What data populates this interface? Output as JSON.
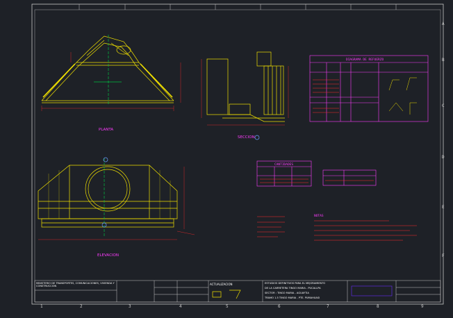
{
  "drawing": {
    "colors": {
      "background": "#1e2127",
      "border": "#c8c8c8",
      "geometry": "#f0e000",
      "dimension": "#ff2a2a",
      "text_magenta": "#ff3cff",
      "centerline": "#00c040",
      "marker": "#6aa0ff"
    },
    "column_numbers": [
      "1",
      "2",
      "3",
      "4",
      "5",
      "6",
      "7",
      "8",
      "9"
    ],
    "row_letters": [
      "A",
      "B",
      "C",
      "D",
      "E",
      "F"
    ],
    "views": {
      "plan_label": "PLANTA",
      "elevation_label": "ELEVACION",
      "section_label": "SECCION"
    },
    "tables": {
      "refuerzo_title": "DIAGRAMA DE REFUERZO",
      "cantidades_title": "CANTIDADES"
    },
    "notes": {
      "heading": "NOTAS"
    },
    "title_block": {
      "agency": "MINISTERIO DE TRANSPORTES, COMUNICACIONES, VIVIENDA Y CONSTRUCCION",
      "study_line1": "ESTUDIOS DEFINITIVOS PARA EL MEJORAMIENTO",
      "study_line2": "DE LA CARRETERA TINGO MARIA - PUCALLPA",
      "sector": "SECTOR : TINGO MARIA - AGUAYTIA",
      "tramo": "TRAMO 1.5 TINGO MARIA - PTE. PUMAHUASI",
      "section_name": "ACTUALIZACION"
    }
  }
}
